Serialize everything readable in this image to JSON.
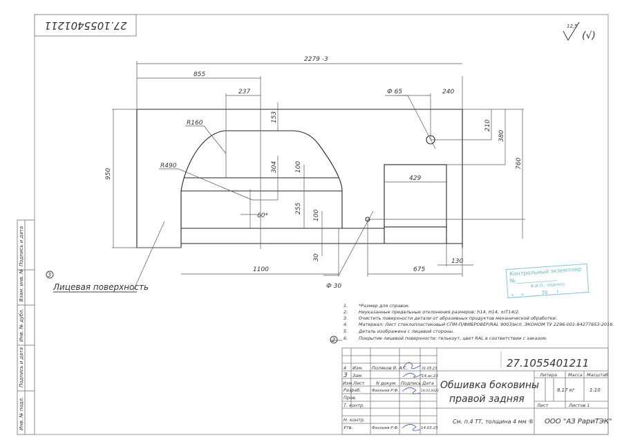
{
  "drawing": {
    "doc_number_rotated": "27.1055401211",
    "roughness": {
      "value": "12,5",
      "symbol": "(√)"
    },
    "dimensions": {
      "overall_width": "2279 -3",
      "d855": "855",
      "d237": "237",
      "d240": "240",
      "hole_large": "Ф 65",
      "d153": "153",
      "d210": "210",
      "d380": "380",
      "d760": "760",
      "d950": "950",
      "r160": "R160",
      "r490": "R490",
      "d304": "304",
      "d100a": "100",
      "d255": "255",
      "d100b": "100",
      "d30": "30",
      "d60": "60*",
      "d429": "429",
      "d1100": "1100",
      "d675": "675",
      "d130": "130",
      "hole_small": "Ф 30"
    },
    "face_callout": {
      "marker": "3",
      "label": "Лицевая поверхность"
    },
    "stamp": {
      "line1": "Контрольный экземпляр",
      "line2": "№_______________",
      "line3": "Ф.И.О., подпись",
      "line4": "«___» ______ 20___ г."
    }
  },
  "notes": {
    "marker": "2",
    "items": [
      {
        "n": "1.",
        "text": "*Размер для справок."
      },
      {
        "n": "2.",
        "text": "Неуказанные предельные отклонения размеров: h14, H14, ±IT14/2."
      },
      {
        "n": "3.",
        "text": "Очистить поверхности детали от абразивных продуктов механической обработки."
      },
      {
        "n": "4.",
        "text": "Материал: Лист стеклопластиковый СПМ-П/ФИБРОВЕР/RAL 9003/исп. ЭКОНОМ ТУ 2296-001-94277653-2016."
      },
      {
        "n": "5.",
        "text": "Деталь изображена с лицевой стороны."
      },
      {
        "n": "6.",
        "text": "Покрытие лицевой поверхности: гелькоут, цвет RAL в соответствии с заказом."
      }
    ]
  },
  "side_stamp": {
    "cells": [
      "Подпись и дата",
      "Взам. инв. №",
      "Инв. № дубл.",
      "Подпись и дата",
      "Инв. № подл."
    ]
  },
  "title_block": {
    "doc_number": "27.1055401211",
    "title_line1": "Обшивка боковины",
    "title_line2": "правой задняя",
    "material": "См. п.4 ТТ, толщина 4 мм ®",
    "company": "ООО \"АЗ РариТЭК\"",
    "litera_label": "Литера",
    "mass_label": "Масса",
    "scale_label": "Масштаб",
    "mass": "8.17 кг",
    "scale": "1:10",
    "sheet_label": "Лист",
    "sheets_label": "Листов 1",
    "rev_rows": [
      {
        "c1": "4",
        "c2": "Изм.",
        "c3": "Поляков В. А.С.",
        "c5": "31.05.23"
      },
      {
        "c1": "3",
        "c2": "Зам.",
        "c3": "",
        "c5": "14.ас.23"
      }
    ],
    "header_row": {
      "izm": "Изм.",
      "list": "Лист",
      "doc": "N докум.",
      "sign": "Подпись",
      "date": "Дата"
    },
    "roles": [
      {
        "role": "Разраб.",
        "name": "Фазлыев Р.Ф.",
        "date": "14.03.2023"
      },
      {
        "role": "Пров.",
        "name": "",
        "date": ""
      },
      {
        "role": "Т. контр.",
        "name": "",
        "date": ""
      },
      {
        "role": "",
        "name": "",
        "date": ""
      },
      {
        "role": "Н. контр.",
        "name": "",
        "date": ""
      },
      {
        "role": "Утв.",
        "name": "Фазлыев Р.Ф.",
        "date": "14.03.23"
      }
    ]
  }
}
